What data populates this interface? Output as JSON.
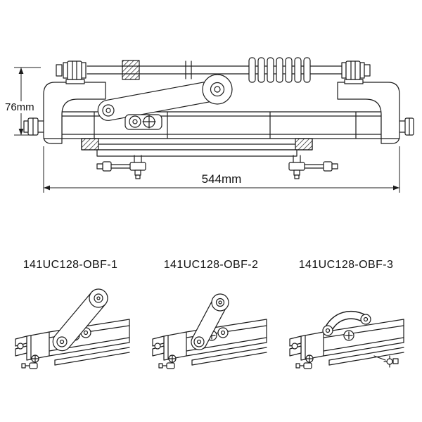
{
  "colors": {
    "background": "#ffffff",
    "line": "#1c1c1c"
  },
  "dimensions": {
    "height_label": "76mm",
    "length_label": "544mm"
  },
  "variants": [
    {
      "label": "141UC128-OBF-1"
    },
    {
      "label": "141UC128-OBF-2"
    },
    {
      "label": "141UC128-OBF-3"
    }
  ]
}
